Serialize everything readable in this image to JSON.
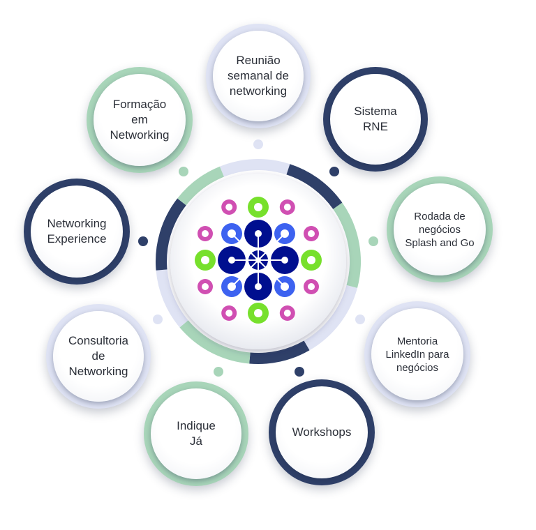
{
  "colors": {
    "navy": "#2f4069",
    "green": "#a8d5b9",
    "lavender": "#dfe3f4",
    "logo_navy": "#000f8f",
    "logo_blue": "#3d62f0",
    "logo_green": "#77e02c",
    "logo_pink": "#d04fb2"
  },
  "center": {
    "logo": "logo-icon"
  },
  "nodes": [
    {
      "label": "Reunião\nsemanal de\nnetworking",
      "ring": "lavender"
    },
    {
      "label": "Sistema\nRNE",
      "ring": "navy"
    },
    {
      "label": "Rodada de\nnegócios\nSplash and Go",
      "ring": "green"
    },
    {
      "label": "Mentoria\nLinkedIn para\nnegócios",
      "ring": "lavender"
    },
    {
      "label": "Workshops",
      "ring": "navy"
    },
    {
      "label": "Indique\nJá",
      "ring": "green"
    },
    {
      "label": "Consultoria\nde\nNetworking",
      "ring": "lavender"
    },
    {
      "label": "Networking\nExperience",
      "ring": "navy"
    },
    {
      "label": "Formação\nem\nNetworking",
      "ring": "green"
    }
  ]
}
